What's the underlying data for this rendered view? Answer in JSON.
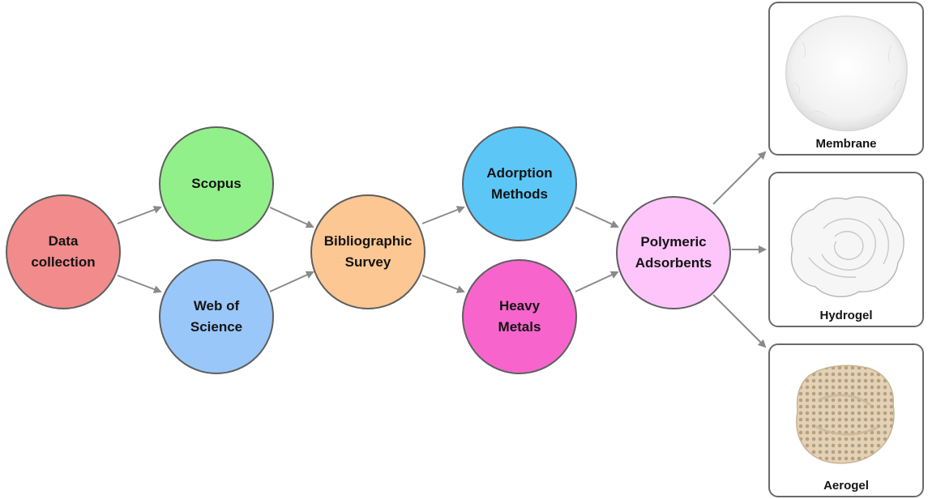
{
  "nodes": {
    "data_collection": {
      "label": "Data\ncollection",
      "color": "#f28b8b"
    },
    "scopus": {
      "label": "Scopus",
      "color": "#92f08a"
    },
    "web_of_science": {
      "label": "Web of\nScience",
      "color": "#99c7fa"
    },
    "bibliographic_survey": {
      "label": "Bibliographic\nSurvey",
      "color": "#fcc792"
    },
    "adorption_methods": {
      "label": "Adorption\nMethods",
      "color": "#5cc7f7"
    },
    "heavy_metals": {
      "label": "Heavy\nMetals",
      "color": "#f765cc"
    },
    "polymeric_adsorbents": {
      "label": "Polymeric\nAdsorbents",
      "color": "#fdc5fa"
    }
  },
  "cards": {
    "membrane": {
      "label": "Membrane",
      "icon": "membrane-image"
    },
    "hydrogel": {
      "label": "Hydrogel",
      "icon": "hydrogel-image"
    },
    "aerogel": {
      "label": "Aerogel",
      "icon": "aerogel-image"
    }
  },
  "colors": {
    "arrow": "#8a8a8a",
    "border": "#5f5f5f"
  }
}
